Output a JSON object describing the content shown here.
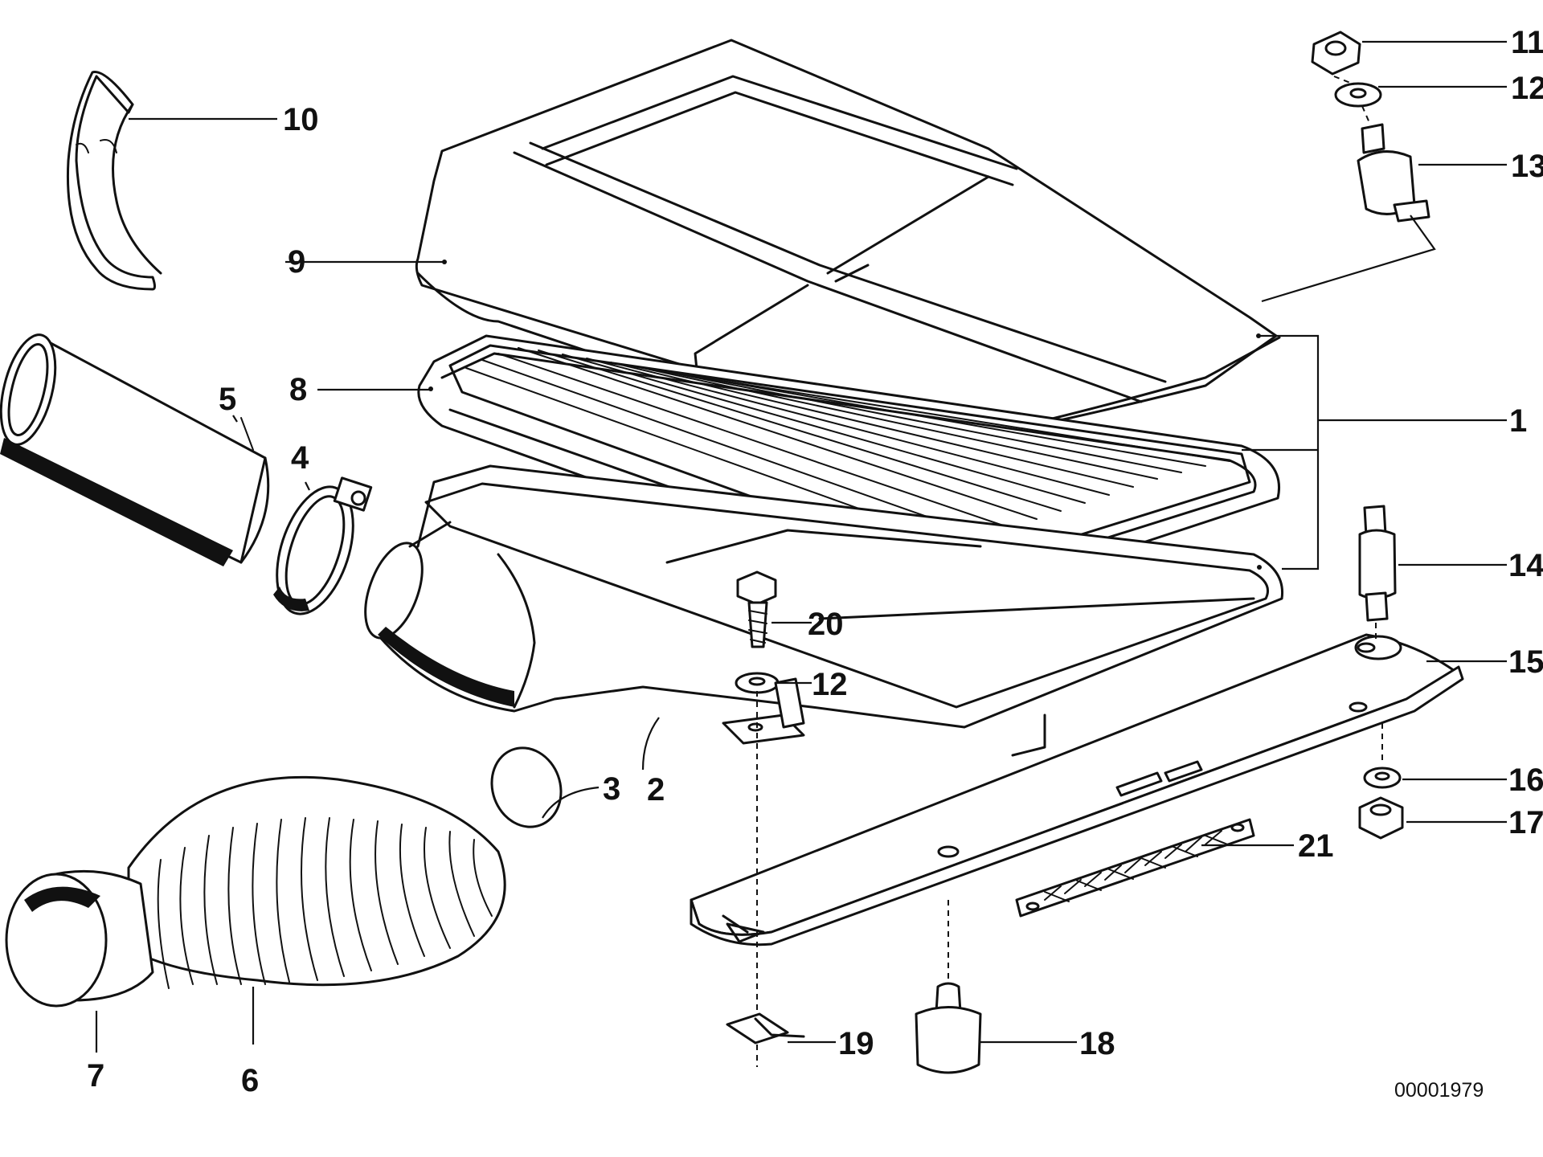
{
  "diagram": {
    "drawing_number": "00001979",
    "callouts": {
      "c1": "1",
      "c2": "2",
      "c3": "3",
      "c4": "4",
      "c5": "5",
      "c6": "6",
      "c7": "7",
      "c8": "8",
      "c9": "9",
      "c10": "10",
      "c11": "11",
      "c12a": "12",
      "c12b": "12",
      "c13": "13",
      "c14": "14",
      "c15": "15",
      "c16": "16",
      "c17": "17",
      "c18": "18",
      "c19": "19",
      "c20": "20",
      "c21": "21"
    },
    "line_color": "#111111",
    "background": "#ffffff"
  }
}
